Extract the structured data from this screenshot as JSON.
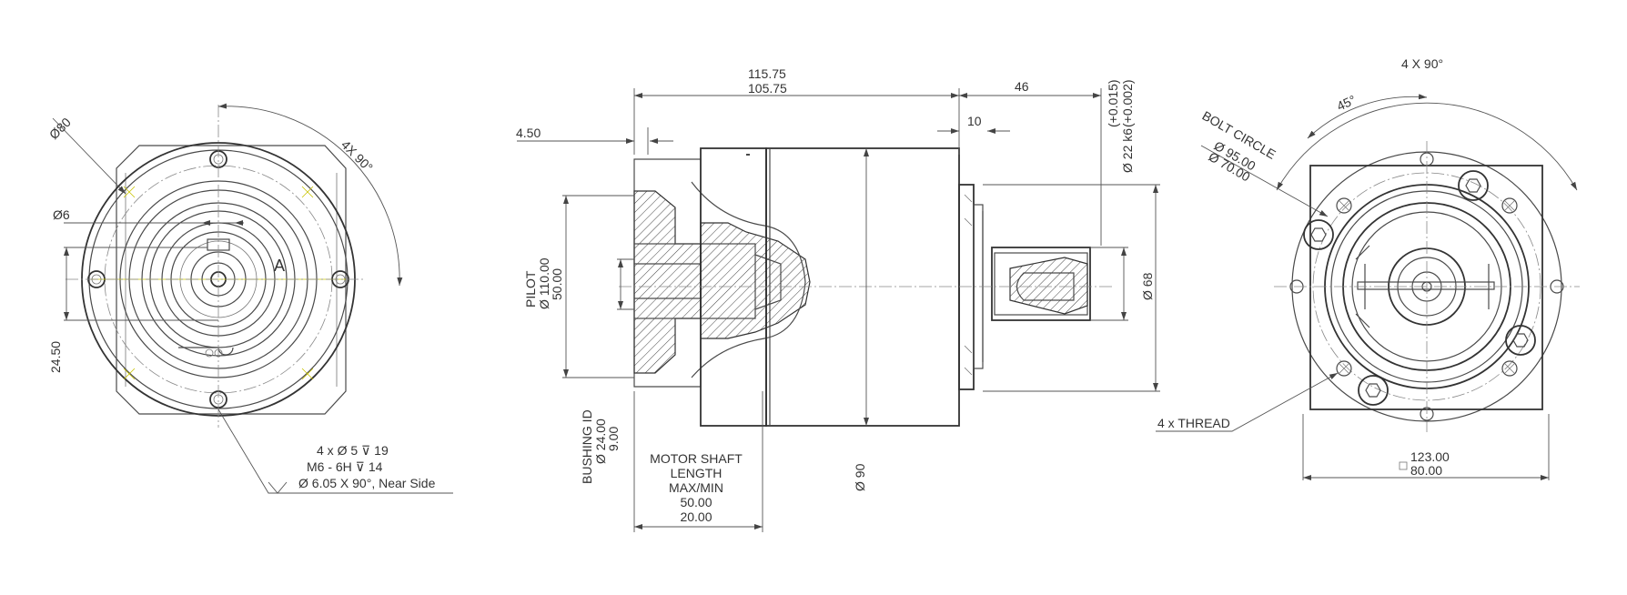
{
  "front_view": {
    "dia_80": "Ø80",
    "dia_6": "Ø6",
    "angle_4x90": "4X 90°",
    "dim_24_50": "24.50",
    "section_mark": "A",
    "hole_note_1": "4 x  Ø  5  ⊽  19",
    "hole_note_2": "M6 - 6H  ⊽  14",
    "hole_note_3": "Ø  6.05 X 90°, Near Side"
  },
  "side_view": {
    "len_115_75": "115.75",
    "len_105_75": "105.75",
    "dim_46": "46",
    "dim_10": "10",
    "dim_4_50": "4.50",
    "shaft_fit_top": "(+0.015)",
    "shaft_fit_bottom": "(+0.002)",
    "shaft_dia": "Ø 22 k6",
    "pilot_label": "PILOT",
    "pilot_110": "Ø 110.00",
    "pilot_50": "50.00",
    "bushing_label": "BUSHING ID",
    "bushing_24": "Ø 24.00",
    "bushing_9": "9.00",
    "motor_shaft_1": "MOTOR SHAFT",
    "motor_shaft_2": "LENGTH",
    "motor_shaft_3": "MAX/MIN",
    "motor_shaft_4": "50.00",
    "motor_shaft_5": "20.00",
    "dia_90": "Ø 90",
    "dia_68": "Ø 68"
  },
  "rear_view": {
    "angle_4x90": "4 X 90°",
    "angle_45": "45°",
    "bolt_circle": "BOLT CIRCLE",
    "bolt_95": "Ø 95.00",
    "bolt_70": "Ø 70.00",
    "thread_note": "4 x THREAD",
    "square_123": "123.00",
    "square_80": "80.00"
  }
}
